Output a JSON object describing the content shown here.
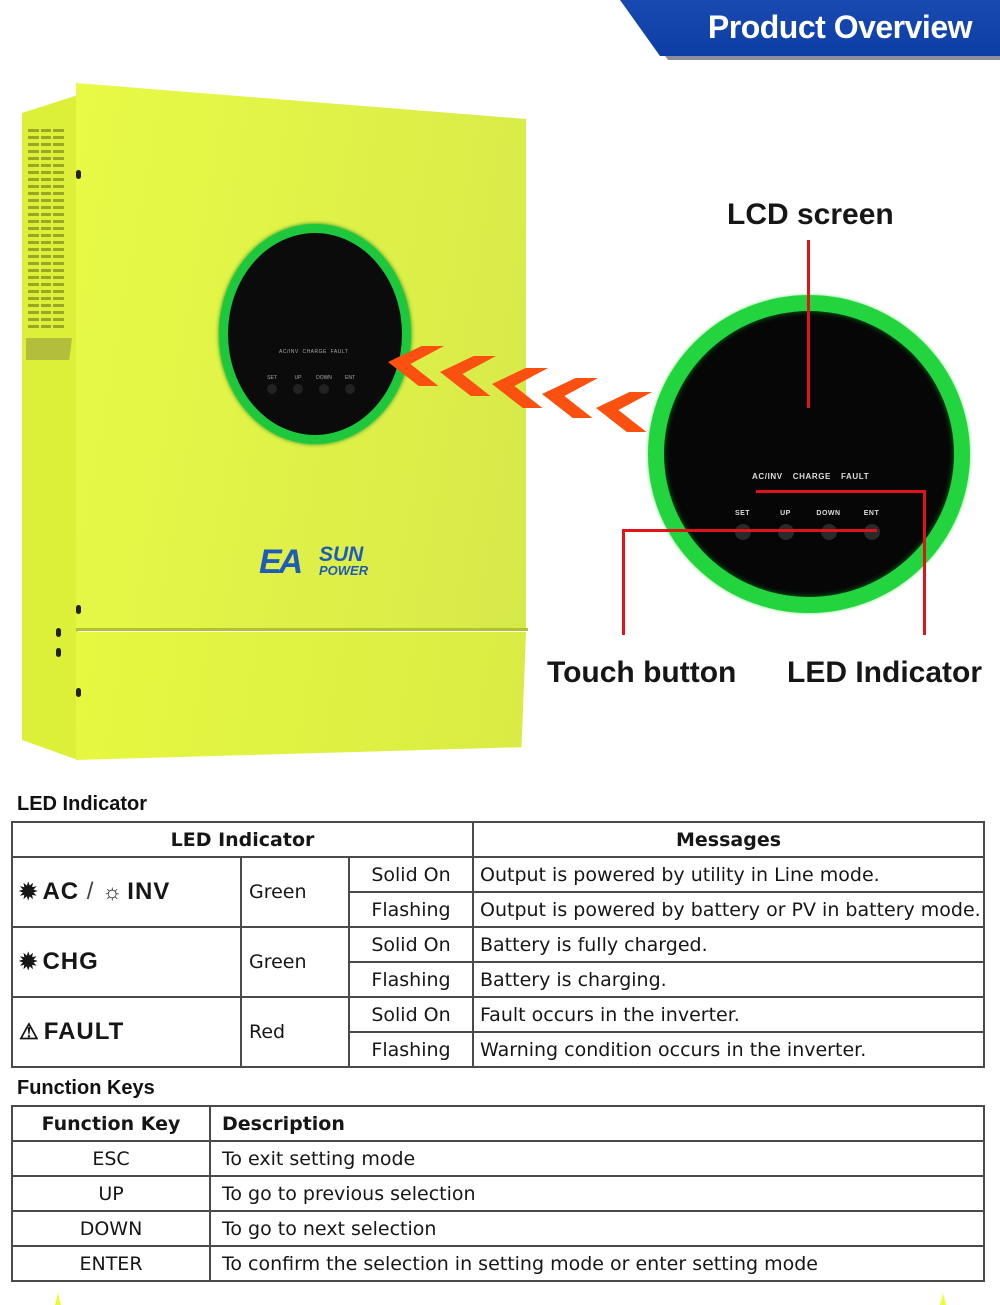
{
  "header": {
    "title": "Product Overview",
    "banner_color": "#0c3ea6"
  },
  "product": {
    "brand_top": "EA",
    "brand_sun": "SUN",
    "brand_power": "POWER",
    "body_color": "#def048",
    "ring_color": "#22d43e",
    "arrow_color": "#fa5010",
    "display_led_labels": [
      "AC/INV",
      "CHARGE",
      "FAULT"
    ],
    "display_keys": [
      "SET",
      "UP",
      "DOWN",
      "ENT"
    ]
  },
  "callouts": {
    "lcd": "LCD screen",
    "touch": "Touch button",
    "led": "LED Indicator",
    "line_color": "#e0131b"
  },
  "led_section": {
    "title": "LED Indicator",
    "headers": [
      "LED Indicator",
      "Messages"
    ],
    "rows": [
      {
        "name": "AC / INV",
        "name_part1": "AC",
        "separator": "/",
        "name_part2": "INV",
        "icon": "sun-icon",
        "color": "Green",
        "states": [
          {
            "state": "Solid On",
            "message": "Output is powered by utility in Line mode."
          },
          {
            "state": "Flashing",
            "message": "Output is powered by battery or PV in battery mode."
          }
        ]
      },
      {
        "name": "CHG",
        "icon": "sun-icon",
        "color": "Green",
        "states": [
          {
            "state": "Solid On",
            "message": "Battery is fully charged."
          },
          {
            "state": "Flashing",
            "message": "Battery is charging."
          }
        ]
      },
      {
        "name": "FAULT",
        "icon": "warning-icon",
        "color": "Red",
        "states": [
          {
            "state": "Solid On",
            "message": "Fault occurs in the inverter."
          },
          {
            "state": "Flashing",
            "message": "Warning condition occurs in the inverter."
          }
        ]
      }
    ]
  },
  "function_keys": {
    "title": "Function Keys",
    "headers": [
      "Function Key",
      "Description"
    ],
    "rows": [
      {
        "key": "ESC",
        "description": "To exit setting mode"
      },
      {
        "key": "UP",
        "description": "To go to previous selection"
      },
      {
        "key": "DOWN",
        "description": "To go to next selection"
      },
      {
        "key": "ENTER",
        "description": "To confirm the selection in setting mode or enter setting mode"
      }
    ]
  }
}
